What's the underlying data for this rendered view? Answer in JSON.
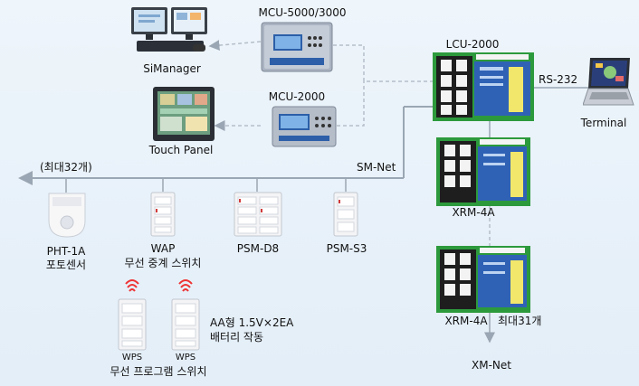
{
  "labels": {
    "simanager": "SiManager",
    "mcu5000": "MCU-5000/3000",
    "touchpanel": "Touch Panel",
    "mcu2000": "MCU-2000",
    "lcu2000": "LCU-2000",
    "rs232": "RS-232",
    "terminal": "Terminal",
    "max32": "(최대32개)",
    "smnet": "SM-Net",
    "xrm1": "XRM-4A",
    "xrm2": "XRM-4A",
    "max31": "최대31개",
    "xmnet": "XM-Net",
    "pht_model": "PHT-1A",
    "pht_desc": "포토센서",
    "wap_model": "WAP",
    "wap_desc": "무선 중계 스위치",
    "psm_d8": "PSM-D8",
    "psm_s3": "PSM-S3",
    "battery1": "AA형 1.5V×2EA",
    "battery2": "배터리 작동",
    "wps_a": "WPS",
    "wps_b": "WPS",
    "wps_desc": "무선 프로그램 스위치"
  },
  "colors": {
    "bus": "#9aa6b3",
    "dashed": "#b5bec9",
    "module_blue": "#2f62b5",
    "module_green": "#2c9a3c"
  }
}
